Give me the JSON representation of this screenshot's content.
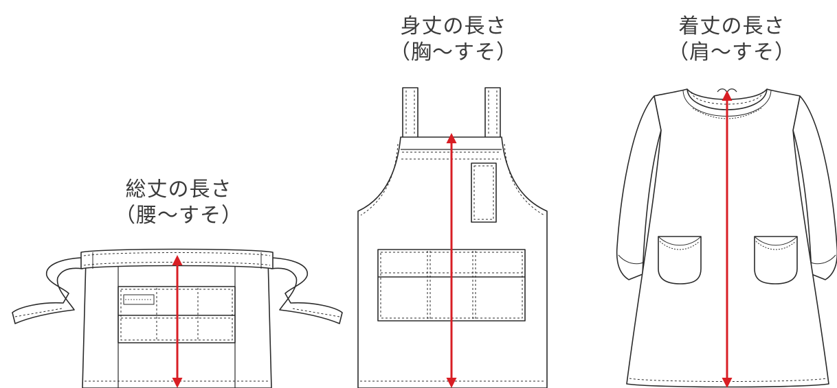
{
  "colors": {
    "line": "#2a2a2a",
    "arrow": "#d81e24",
    "text": "#3a3a3a",
    "background": "#ffffff"
  },
  "items": [
    {
      "garment": "waist-apron",
      "title": "総丈の長さ",
      "subtitle": "（腰～すそ）"
    },
    {
      "garment": "bib-apron",
      "title": "身丈の長さ",
      "subtitle": "（胸～すそ）"
    },
    {
      "garment": "smock",
      "title": "着丈の長さ",
      "subtitle": "（肩～すそ）"
    }
  ]
}
